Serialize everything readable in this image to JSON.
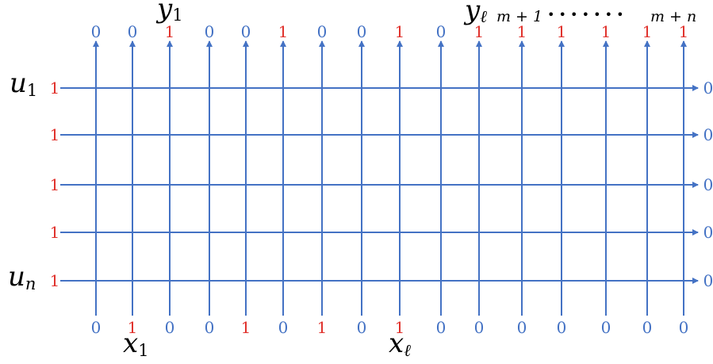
{
  "colors": {
    "line": "#4472c4",
    "zero": "#4472c4",
    "one": "#e0302b",
    "label": "#111111"
  },
  "top_bits": [
    "0",
    "0",
    "1",
    "0",
    "0",
    "1",
    "0",
    "0",
    "1",
    "0",
    "1",
    "1",
    "1",
    "1",
    "1",
    "1"
  ],
  "bottom_bits": [
    "0",
    "1",
    "0",
    "0",
    "1",
    "0",
    "1",
    "0",
    "1",
    "0",
    "0",
    "0",
    "0",
    "0",
    "0",
    "0"
  ],
  "left_bits": [
    "1",
    "1",
    "1",
    "1",
    "1"
  ],
  "right_bits": [
    "0",
    "0",
    "0",
    "0",
    "0"
  ],
  "labels": {
    "y1_base": "y",
    "y1_sub": "1",
    "yl_base": "y",
    "yl_sub": "ℓ",
    "m_plus_1": "m + 1",
    "dots": "• • • • • • •",
    "m_plus_n": "m + n",
    "u1_base": "u",
    "u1_sub": "1",
    "un_base": "u",
    "un_sub": "n",
    "x1_base": "x",
    "x1_sub": "1",
    "xl_base": "x",
    "xl_sub": "ℓ"
  }
}
